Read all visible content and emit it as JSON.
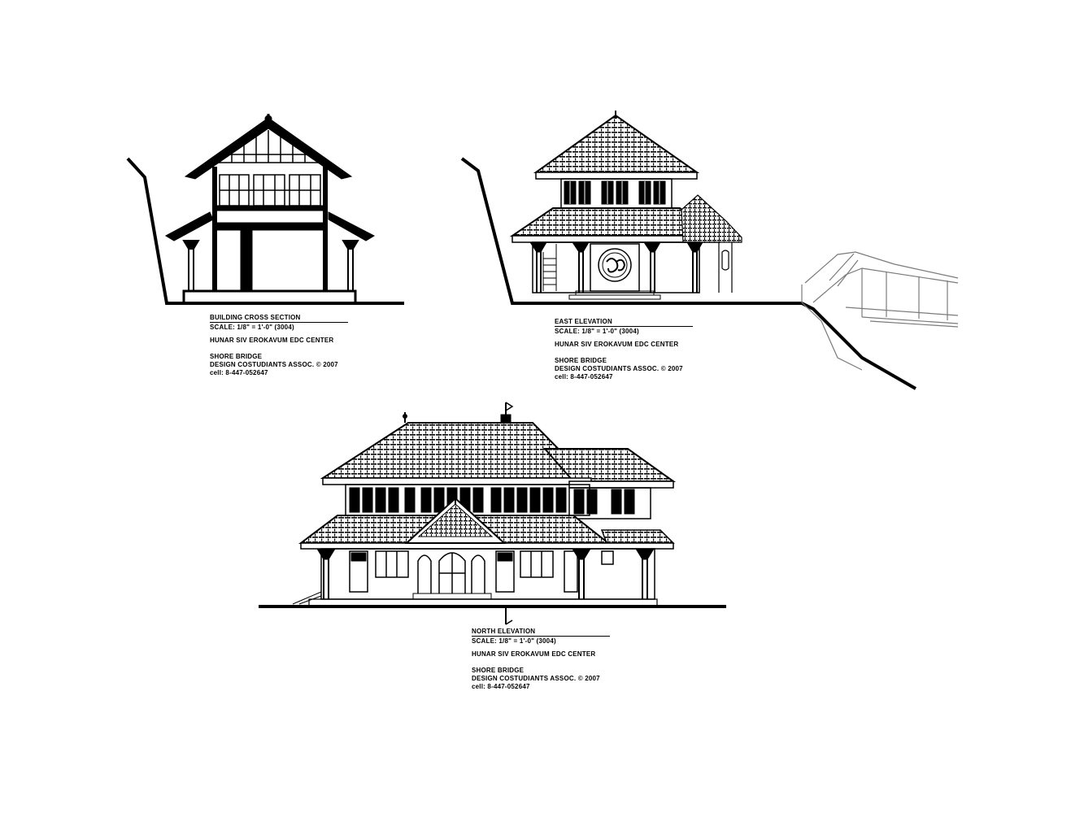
{
  "sheet": {
    "background": "#ffffff",
    "line_color": "#000000",
    "drawings": [
      {
        "id": "cross-section",
        "title": "BUILDING CROSS SECTION",
        "scale": "SCALE: 1/8\" = 1'-0\" (3004)",
        "project": "HUNAR SIV EROKAVUM EDC CENTER",
        "owner": "SHORE BRIDGE",
        "firm": "DESIGN COSTUDIANTS ASSOC. © 2007",
        "phone": "cell: 8-447-052647"
      },
      {
        "id": "east-elevation",
        "title": "EAST ELEVATION",
        "scale": "SCALE: 1/8\" = 1'-0\" (3004)",
        "project": "HUNAR SIV EROKAVUM EDC CENTER",
        "owner": "SHORE BRIDGE",
        "firm": "DESIGN COSTUDIANTS ASSOC. © 2007",
        "phone": "cell: 8-447-052647"
      },
      {
        "id": "north-elevation",
        "title": "NORTH ELEVATION",
        "scale": "SCALE: 1/8\" = 1'-0\" (3004)",
        "project": "HUNAR SIV EROKAVUM EDC CENTER",
        "owner": "SHORE BRIDGE",
        "firm": "DESIGN COSTUDIANTS ASSOC. © 2007",
        "phone": "cell: 8-447-052647"
      }
    ]
  }
}
